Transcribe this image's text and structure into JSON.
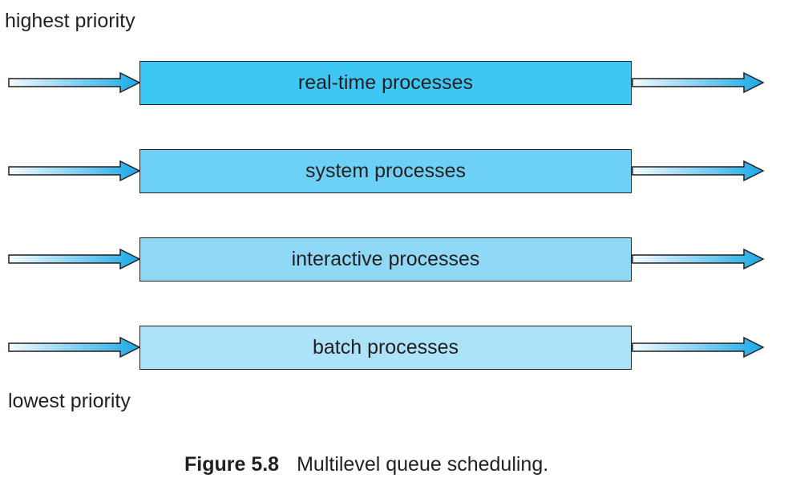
{
  "labels": {
    "highest": "highest priority",
    "lowest": "lowest priority"
  },
  "queues": [
    {
      "label": "real-time processes",
      "color": "#3ec6f4"
    },
    {
      "label": "system processes",
      "color": "#6dd0f6"
    },
    {
      "label": "interactive processes",
      "color": "#8fd9f7"
    },
    {
      "label": "batch processes",
      "color": "#ace3f9"
    }
  ],
  "caption": {
    "number": "Figure 5.8",
    "text": "Multilevel queue scheduling."
  },
  "colors": {
    "arrow_start": "#f4fbfe",
    "arrow_end": "#1aa9e8",
    "outline": "#231f20"
  }
}
